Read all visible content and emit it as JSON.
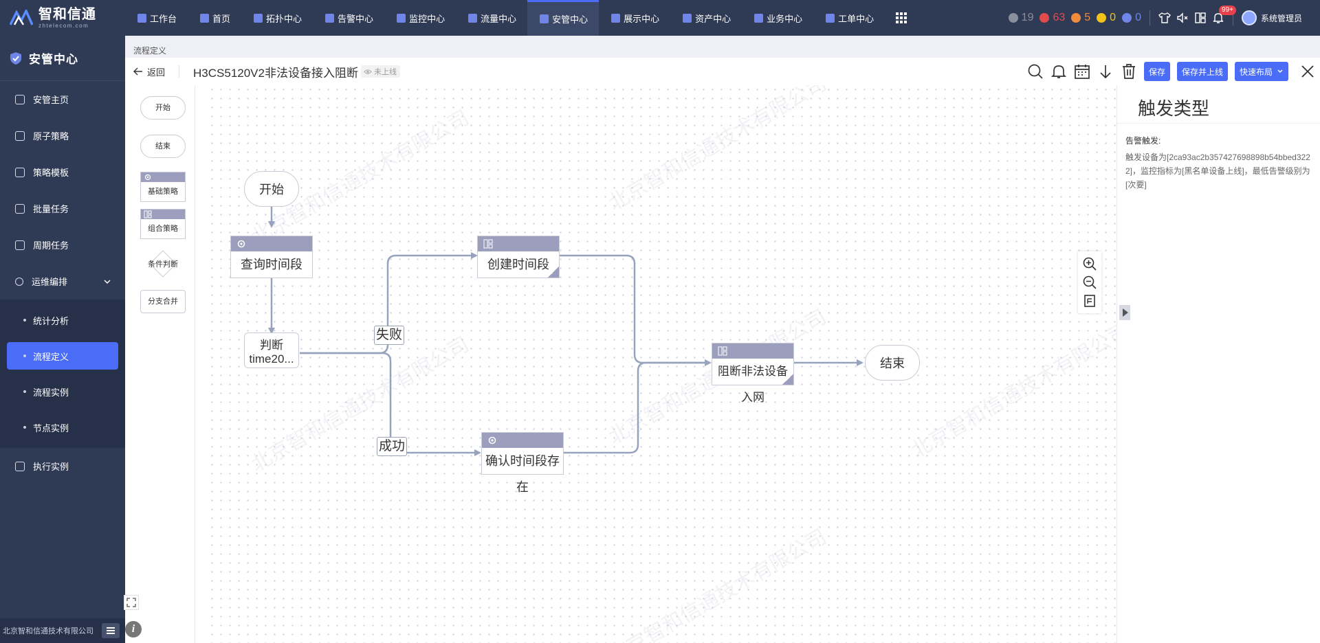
{
  "app": {
    "logo_title": "智和信通",
    "logo_sub": "zhtelecom.com"
  },
  "nav": {
    "items": [
      {
        "label": "工作台",
        "icon": "workbench-icon"
      },
      {
        "label": "首页",
        "icon": "home-icon"
      },
      {
        "label": "拓扑中心",
        "icon": "topology-icon"
      },
      {
        "label": "告警中心",
        "icon": "alarm-icon"
      },
      {
        "label": "监控中心",
        "icon": "monitor-icon"
      },
      {
        "label": "流量中心",
        "icon": "traffic-icon"
      },
      {
        "label": "安管中心",
        "icon": "shield-icon",
        "active": true
      },
      {
        "label": "展示中心",
        "icon": "display-icon"
      },
      {
        "label": "资产中心",
        "icon": "asset-icon"
      },
      {
        "label": "业务中心",
        "icon": "business-icon"
      },
      {
        "label": "工单中心",
        "icon": "ticket-icon"
      }
    ]
  },
  "status_counts": [
    {
      "value": "19",
      "color": "#8a8f9c",
      "icon": "x-circle-icon"
    },
    {
      "value": "63",
      "color": "#e24b4b",
      "icon": "critical-icon"
    },
    {
      "value": "5",
      "color": "#f08a3c",
      "icon": "major-icon"
    },
    {
      "value": "0",
      "color": "#f2c31a",
      "icon": "minor-icon"
    },
    {
      "value": "0",
      "color": "#6f86e8",
      "icon": "info-icon"
    }
  ],
  "header_tools": {
    "badge": "99+",
    "user_name": "系统管理员"
  },
  "sidebar": {
    "title": "安管中心",
    "items": [
      {
        "label": "安管主页",
        "icon": "home-icon"
      },
      {
        "label": "原子策略",
        "icon": "gear-icon"
      },
      {
        "label": "策略模板",
        "icon": "template-icon"
      },
      {
        "label": "批量任务",
        "icon": "sliders-icon"
      },
      {
        "label": "周期任务",
        "icon": "clock-icon"
      }
    ],
    "group": {
      "label": "运维编排",
      "icon": "orchestration-icon"
    },
    "sub_items": [
      {
        "label": "统计分析"
      },
      {
        "label": "流程定义",
        "active": true
      },
      {
        "label": "流程实例"
      },
      {
        "label": "节点实例"
      }
    ],
    "last_item": {
      "label": "执行实例",
      "icon": "execution-icon"
    },
    "footer": "北京智和信通技术有限公司"
  },
  "breadcrumb": "流程定义",
  "editor": {
    "back_label": "返回",
    "title": "H3CS5120V2非法设备接入阻断",
    "status": "未上线",
    "save_label": "保存",
    "save_publish_label": "保存并上线",
    "layout_label": "快速布局"
  },
  "palette": [
    {
      "label": "开始",
      "type": "oval"
    },
    {
      "label": "结束",
      "type": "oval"
    },
    {
      "label": "基础策略",
      "type": "rect",
      "icon": "gear-icon"
    },
    {
      "label": "组合策略",
      "type": "rect",
      "icon": "combo-icon"
    },
    {
      "label": "条件判断",
      "type": "diamond"
    },
    {
      "label": "分支合并",
      "type": "box"
    }
  ],
  "flow": {
    "nodes": {
      "start": "开始",
      "query": "查询时间段",
      "judge": "判断time20...",
      "create": "创建时间段",
      "confirm": "确认时间段存在",
      "block": "阻断非法设备入网",
      "end": "结束"
    },
    "edge_labels": {
      "fail": "失败",
      "success": "成功"
    }
  },
  "right_panel": {
    "title": "触发类型",
    "label": "告警触发:",
    "text": "触发设备为[2ca93ac2b357427698898b54bbed3222]，监控指标为[黑名单设备上线]，最低告警级别为[次要]"
  },
  "watermark": "北京智和信通技术有限公司"
}
